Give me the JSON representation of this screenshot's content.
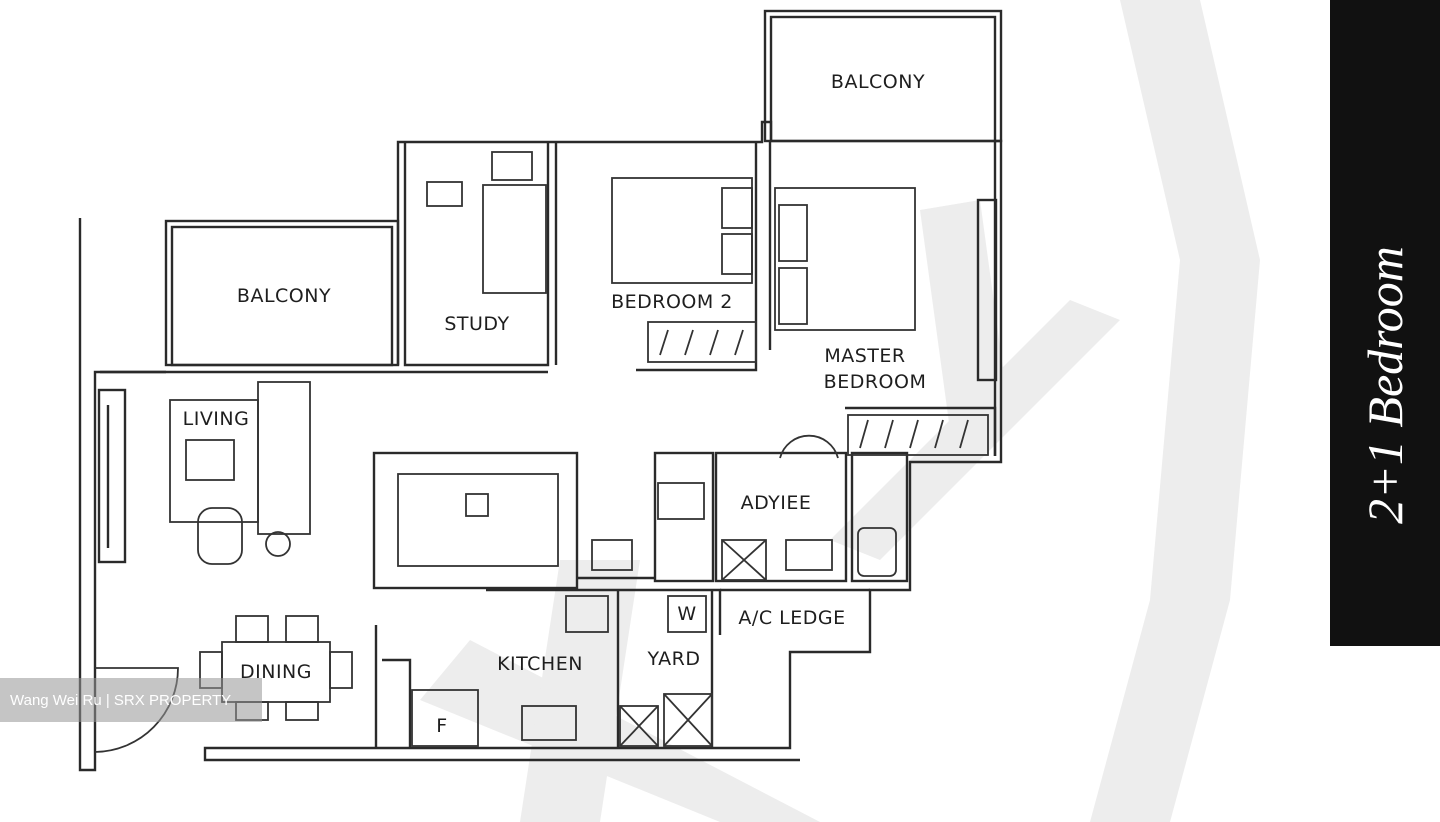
{
  "rooms": {
    "balcony_top": "BALCONY",
    "balcony_left": "BALCONY",
    "study": "STUDY",
    "bedroom_2": "BEDROOM 2",
    "master_line1": "MASTER",
    "master_line2": "BEDROOM",
    "living": "LIVING",
    "wc": "ADYIEE",
    "ac_ledge": "A/C  LEDGE",
    "dining": "DINING",
    "kitchen": "KITCHEN",
    "yard": "YARD",
    "washer": "W",
    "fridge": "F"
  },
  "watermark": "Wang Wei Ru | SRX PROPERTY",
  "banner": "2+1 Bedroom"
}
